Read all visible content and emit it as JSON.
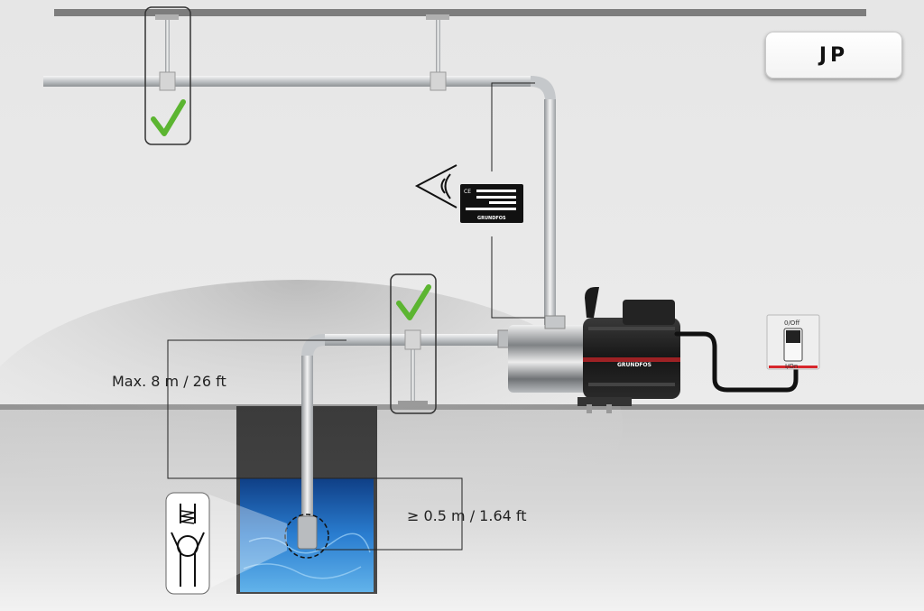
{
  "badge": {
    "text": "JP"
  },
  "labels": {
    "max_suction_lift": "Max. 8 m / 26 ft",
    "min_submersion": "≥ 0.5 m / 1.64 ft"
  },
  "nameplate": {
    "ce_mark": "CE",
    "brand": "GRUNDFOS"
  },
  "pump": {
    "brand": "GRUNDFOS"
  },
  "switch": {
    "off_label": "0/Off",
    "on_label": "I/On"
  },
  "colors": {
    "check_green": "#5cb531",
    "water_blue": "#1f78c8",
    "pipe_steel": "#bfc4c8",
    "motor_black": "#1b1b1b",
    "switch_red": "#d7262b"
  },
  "icons": [
    "check-icon",
    "eye-icon",
    "foot-valve-icon",
    "grundfos-logo-icon"
  ]
}
